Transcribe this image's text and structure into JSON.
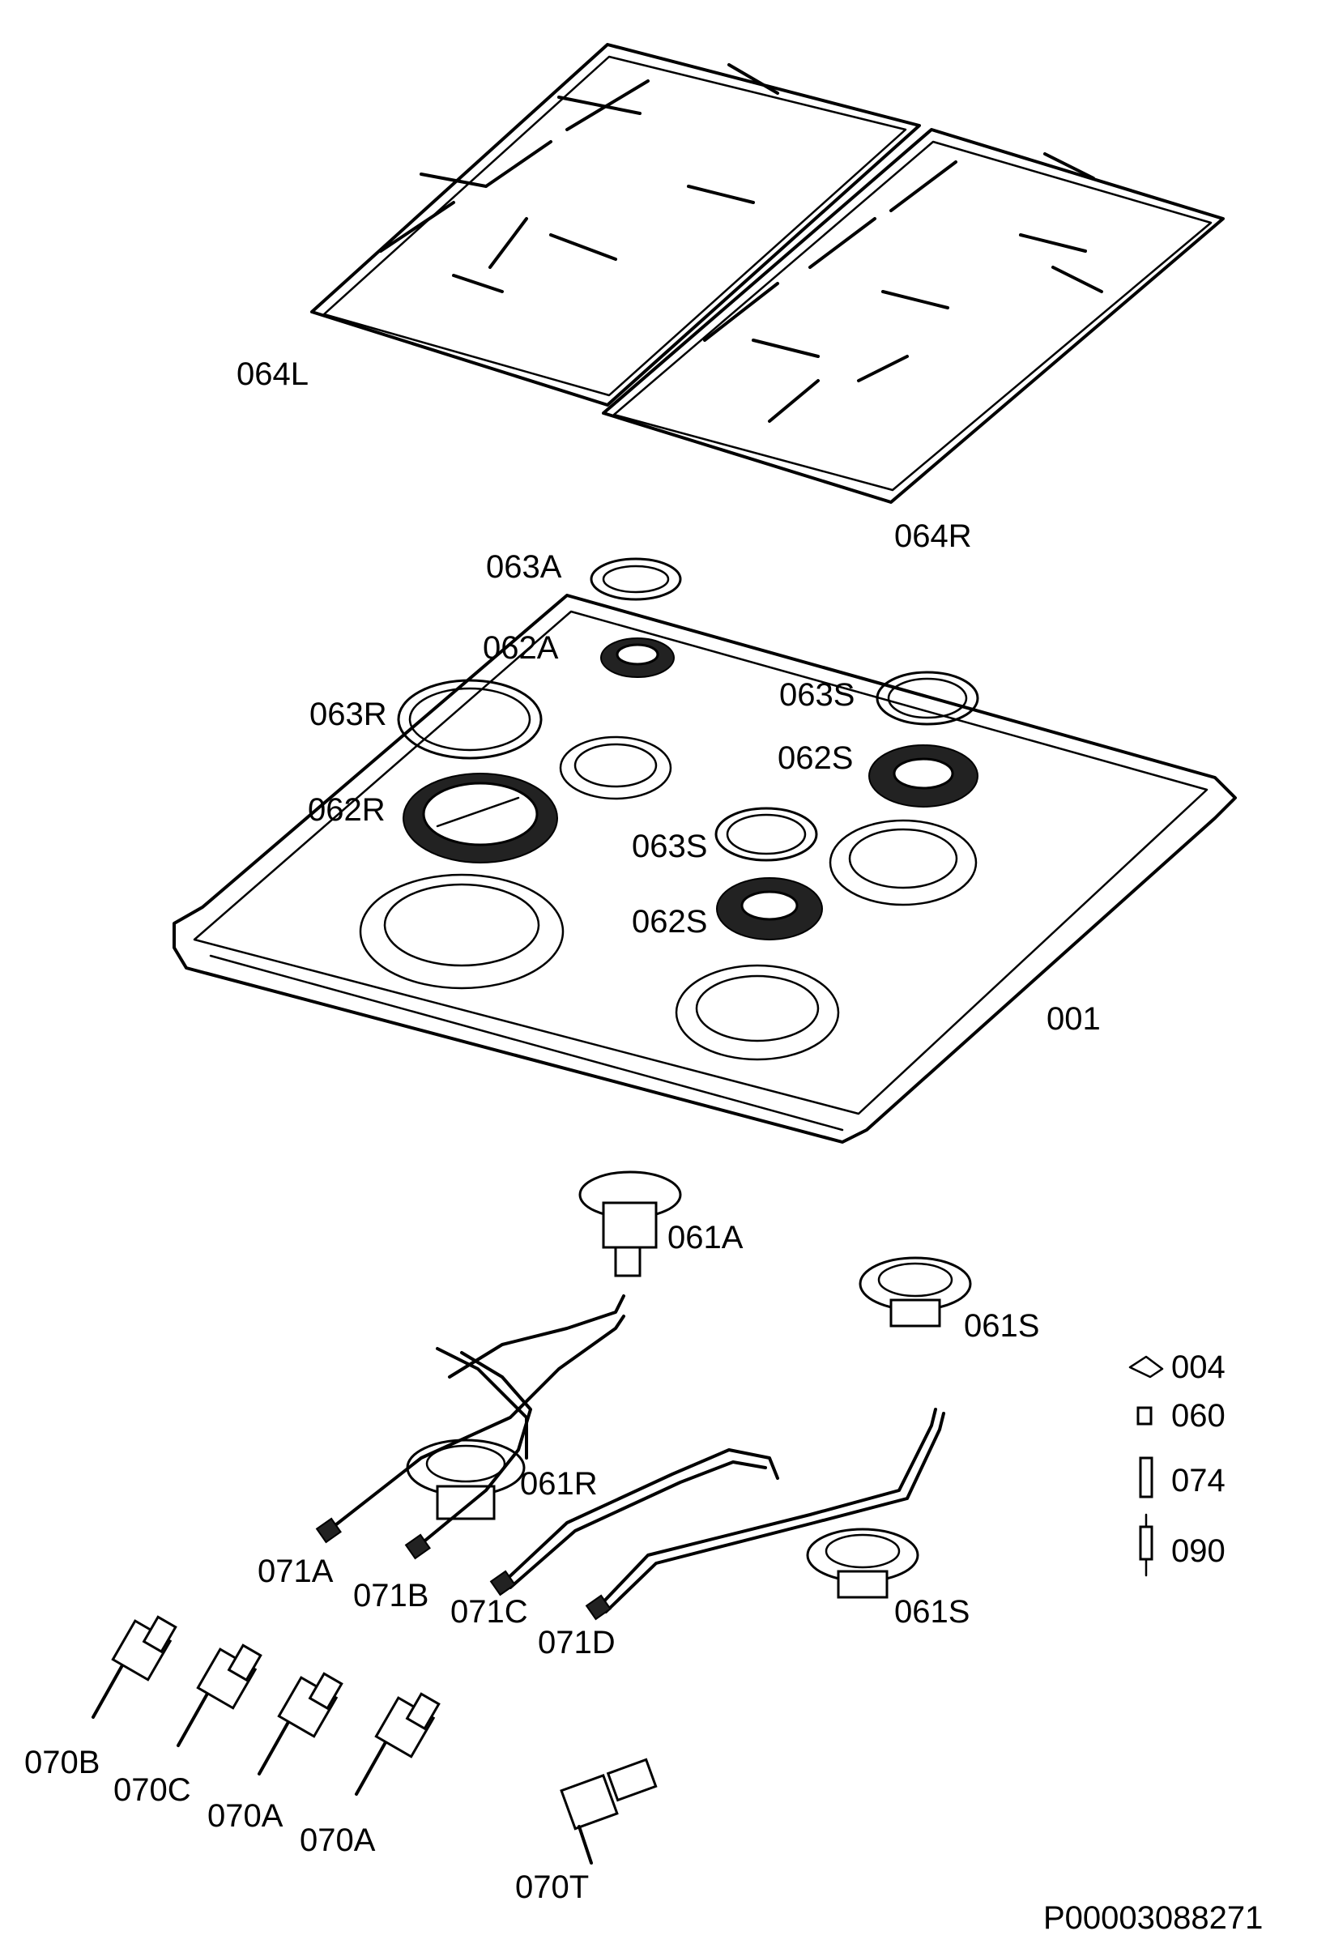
{
  "labels": {
    "l064L": "064L",
    "l064R": "064R",
    "l063A": "063A",
    "l062A": "062A",
    "l063R": "063R",
    "l063S_top": "063S",
    "l062S_top": "062S",
    "l062R": "062R",
    "l063S_mid": "063S",
    "l062S_mid": "062S",
    "l001": "001",
    "l061A": "061A",
    "l061S_top": "061S",
    "l004": "004",
    "l060": "060",
    "l074": "074",
    "l090": "090",
    "l061R": "061R",
    "l071A": "071A",
    "l071B": "071B",
    "l071C": "071C",
    "l071D": "071D",
    "l061S_bot": "061S",
    "l070B": "070B",
    "l070C": "070C",
    "l070A_1": "070A",
    "l070A_2": "070A",
    "l070T": "070T",
    "docno": "P00003088271"
  }
}
